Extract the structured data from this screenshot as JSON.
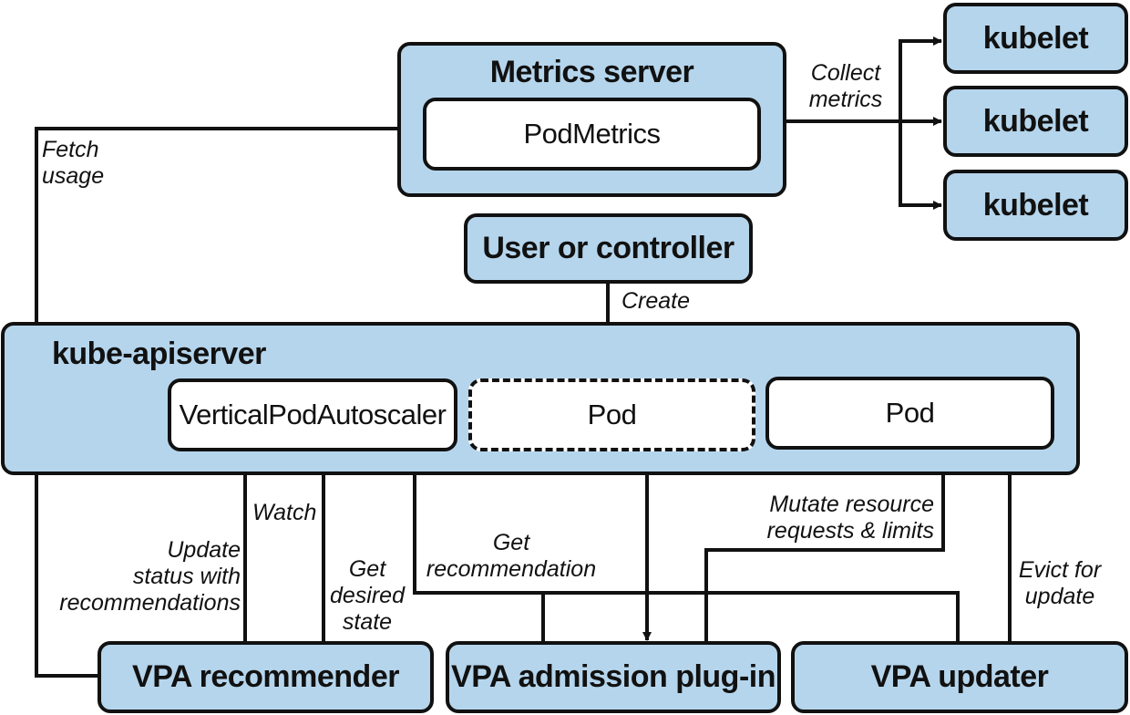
{
  "nodes": {
    "metrics_server": "Metrics server",
    "pod_metrics": "PodMetrics",
    "kubelet_1": "kubelet",
    "kubelet_2": "kubelet",
    "kubelet_3": "kubelet",
    "user_or_controller": "User or controller",
    "kube_apiserver": "kube-apiserver",
    "vertical_pod_autoscaler": "VerticalPodAutoscaler",
    "pod_pending": "Pod",
    "pod": "Pod",
    "vpa_recommender": "VPA recommender",
    "vpa_admission_plugin": "VPA admission plug-in",
    "vpa_updater": "VPA updater"
  },
  "edges": {
    "collect_metrics": [
      "Collect",
      "metrics"
    ],
    "fetch_usage": [
      "Fetch",
      "usage"
    ],
    "create": "Create",
    "watch": "Watch",
    "update_status": [
      "Update",
      "status with",
      "recommendations"
    ],
    "get_desired_state": [
      "Get",
      "desired",
      "state"
    ],
    "get_recommendation": [
      "Get",
      "recommendation"
    ],
    "mutate_resource": [
      "Mutate resource",
      "requests & limits"
    ],
    "evict_for_update": [
      "Evict for",
      "update"
    ]
  },
  "colors": {
    "box_fill": "#b5d5ec",
    "stroke": "#111111"
  }
}
